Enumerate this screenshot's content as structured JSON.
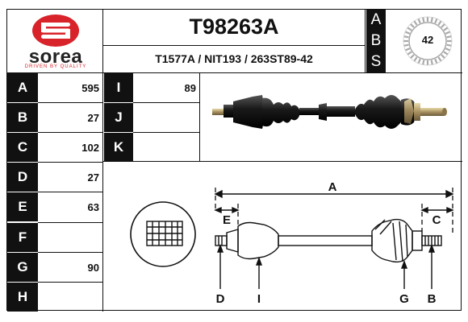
{
  "brand": {
    "name": "sorea",
    "tagline": "DRIVEN BY QUALITY",
    "color": "#d8232a"
  },
  "header": {
    "part_number": "T98263A",
    "cross_refs": "T1577A / NIT193 / 263ST89-42",
    "abs_letters": [
      "A",
      "B",
      "S"
    ],
    "abs_teeth": "42"
  },
  "specs": {
    "left_rows": [
      {
        "label": "A",
        "value": "595"
      },
      {
        "label": "B",
        "value": "27"
      },
      {
        "label": "C",
        "value": "102"
      },
      {
        "label": "D",
        "value": "27"
      },
      {
        "label": "E",
        "value": "63"
      },
      {
        "label": "F",
        "value": ""
      },
      {
        "label": "G",
        "value": "90"
      },
      {
        "label": "H",
        "value": ""
      }
    ],
    "right_rows": [
      {
        "label": "I",
        "value": "89"
      },
      {
        "label": "J",
        "value": ""
      },
      {
        "label": "K",
        "value": ""
      }
    ]
  },
  "diagram": {
    "labels": {
      "A": "A",
      "B": "B",
      "C": "C",
      "D": "D",
      "E": "E",
      "G": "G",
      "I": "I"
    }
  }
}
